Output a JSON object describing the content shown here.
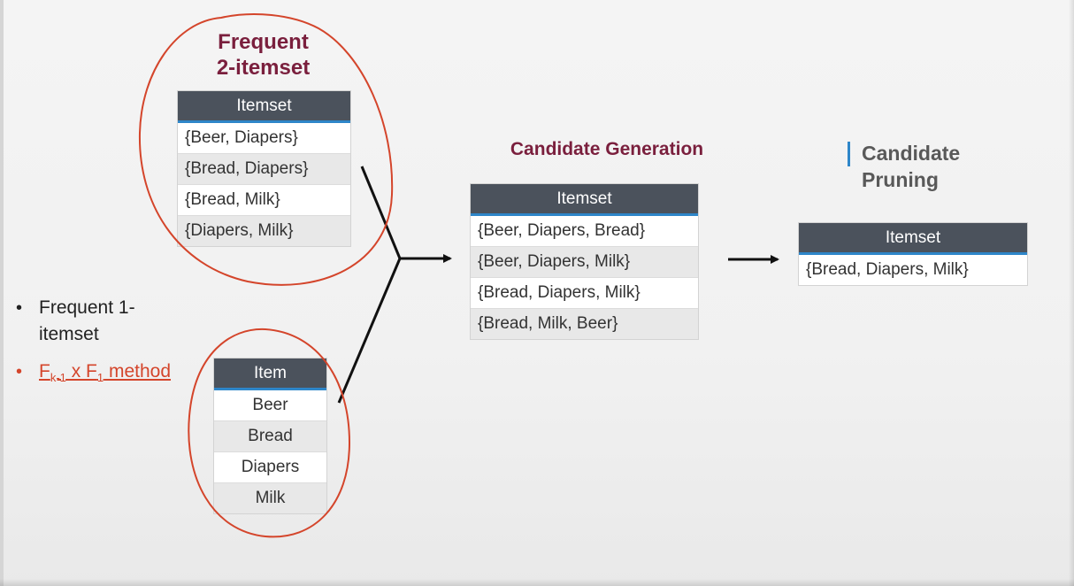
{
  "frequent_2_itemset": {
    "title_line1": "Frequent",
    "title_line2": "2-itemset",
    "header": "Itemset",
    "rows": [
      "{Beer, Diapers}",
      "{Bread, Diapers}",
      "{Bread, Milk}",
      "{Diapers, Milk}"
    ]
  },
  "frequent_1_itemset": {
    "header": "Item",
    "rows": [
      "Beer",
      "Bread",
      "Diapers",
      "Milk"
    ]
  },
  "bullets": {
    "item1": "Frequent 1-itemset",
    "item2_prefix": "F",
    "item2_sub1": "k-1",
    "item2_mid": " x F",
    "item2_sub2": "1",
    "item2_suffix": " method",
    "bullet_char": "•"
  },
  "candidate_generation": {
    "title": "Candidate Generation",
    "header": "Itemset",
    "rows": [
      "{Beer, Diapers, Bread}",
      "{Beer, Diapers, Milk}",
      "{Bread, Diapers, Milk}",
      "{Bread, Milk, Beer}"
    ]
  },
  "candidate_pruning": {
    "title_line1": "Candidate",
    "title_line2": "Pruning",
    "header": "Itemset",
    "rows": [
      "{Bread, Diapers, Milk}"
    ]
  },
  "colors": {
    "title_maroon": "#7a1f3d",
    "title_gray": "#595959",
    "header_bg": "#4b525c",
    "header_rule": "#2e86c9",
    "annotation_red": "#d4452b",
    "row_alt": "#e8e8e8"
  }
}
